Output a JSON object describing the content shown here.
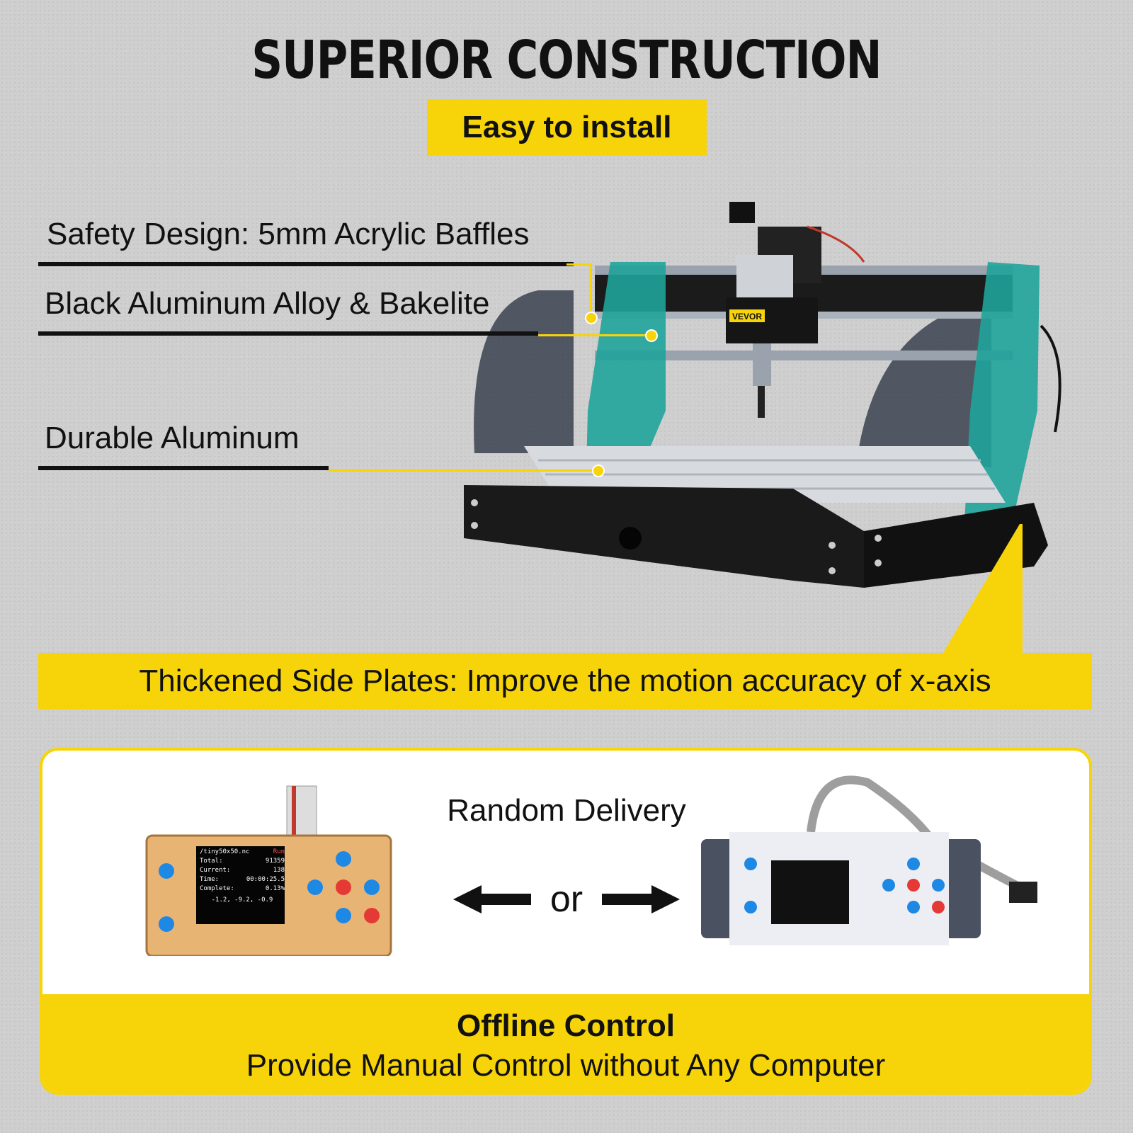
{
  "title": "SUPERIOR CONSTRUCTION",
  "subtitle": "Easy to install",
  "features": {
    "acrylic": "Safety Design: 5mm Acrylic Baffles",
    "alloy": "Black Aluminum Alloy & Bakelite",
    "aluminum": "Durable Aluminum",
    "side_plates": "Thickened Side Plates: Improve the motion accuracy of x-axis"
  },
  "machine": {
    "brand_logo": "VEVOR"
  },
  "offline": {
    "random_delivery": "Random Delivery",
    "or": "or",
    "title": "Offline Control",
    "description": "Provide Manual Control without Any Computer",
    "controller_a": {
      "filename": "/tiny50x50.nc",
      "status": "Run",
      "rows": [
        {
          "key": "Total:",
          "value": "91359"
        },
        {
          "key": "Current:",
          "value": "138"
        },
        {
          "key": "Time:",
          "value": "00:00:25.5"
        },
        {
          "key": "Complete:",
          "value": "0.13%"
        }
      ],
      "coords": "-1.2, -9.2, -0.9"
    }
  },
  "colors": {
    "accent": "#f7d40a",
    "background": "#cfcfcf",
    "side_plate": "#1fa39a"
  }
}
